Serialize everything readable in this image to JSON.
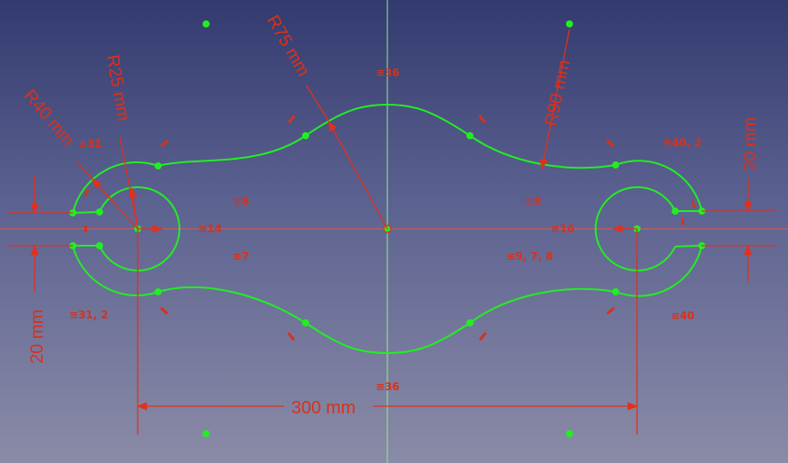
{
  "dimensions": {
    "radius_center": "R75 mm",
    "radius_right": "R90 mm",
    "radius_outer_left": "R40 mm",
    "radius_inner_left": "R25 mm",
    "height_right": "20 mm",
    "height_left": "20 mm",
    "width_total": "300 mm"
  },
  "constraints": {
    "c36_top": "36",
    "c36_bottom": "36",
    "c31": "31",
    "c31_2": "31, 2",
    "c40_2": "40, 2",
    "c40": "40",
    "c8": "8",
    "c9": "9",
    "c14_left": "14",
    "c16_right": "16",
    "c7": "7",
    "c978": "9, 7, 8"
  },
  "colors": {
    "geometry": "#22ee22",
    "dimension": "#e2301c",
    "background_top": "#333a6e",
    "background_bottom": "#8a8ba6"
  }
}
